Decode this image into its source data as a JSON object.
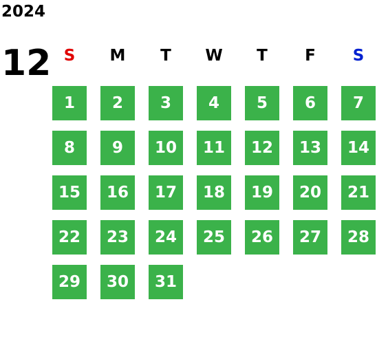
{
  "calendar": {
    "year": "2024",
    "month": "12",
    "weekdays": [
      {
        "label": "S",
        "color": "#e00000"
      },
      {
        "label": "M",
        "color": "#000000"
      },
      {
        "label": "T",
        "color": "#000000"
      },
      {
        "label": "W",
        "color": "#000000"
      },
      {
        "label": "T",
        "color": "#000000"
      },
      {
        "label": "F",
        "color": "#000000"
      },
      {
        "label": "S",
        "color": "#0020d0"
      }
    ],
    "first_weekday_index": 0,
    "days": [
      "1",
      "2",
      "3",
      "4",
      "5",
      "6",
      "7",
      "8",
      "9",
      "10",
      "11",
      "12",
      "13",
      "14",
      "15",
      "16",
      "17",
      "18",
      "19",
      "20",
      "21",
      "22",
      "23",
      "24",
      "25",
      "26",
      "27",
      "28",
      "29",
      "30",
      "31"
    ],
    "day_cell_color": "#3bb24a",
    "day_text_color": "#ffffff"
  }
}
